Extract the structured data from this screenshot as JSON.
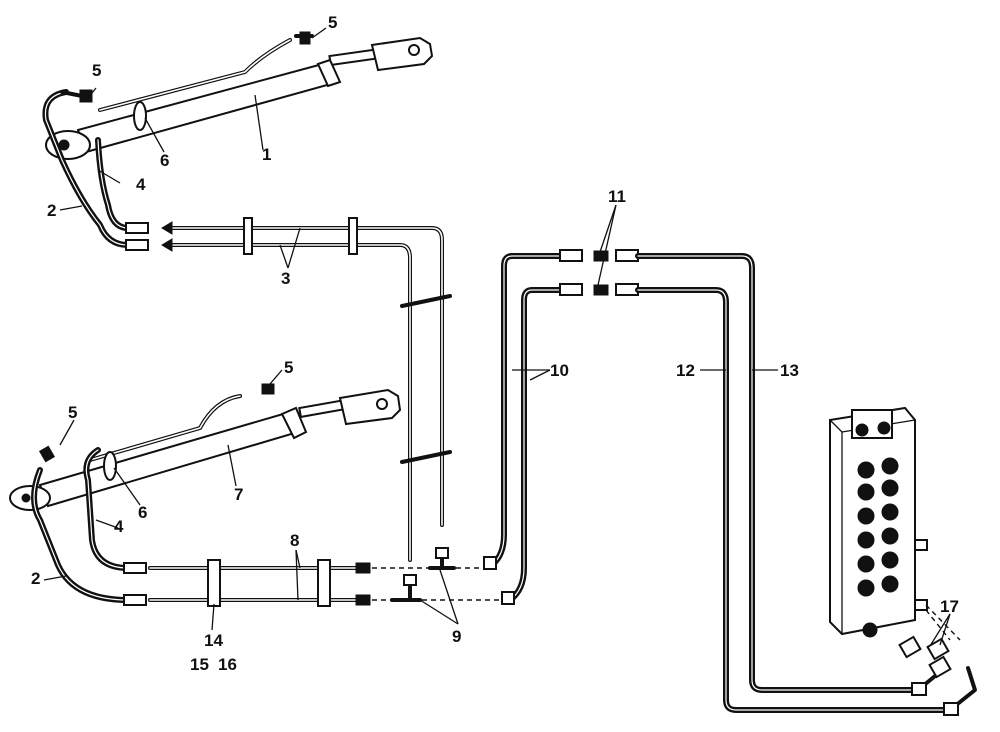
{
  "callouts": {
    "c1": "1",
    "c2_top": "2",
    "c2_bottom": "2",
    "c3": "3",
    "c4_top": "4",
    "c4_bottom": "4",
    "c5_top_left": "5",
    "c5_top_right": "5",
    "c5_bottom_left": "5",
    "c5_bottom_right": "5",
    "c6_top": "6",
    "c6_bottom": "6",
    "c7": "7",
    "c8": "8",
    "c9": "9",
    "c10": "10",
    "c11": "11",
    "c12": "12",
    "c13": "13",
    "c14": "14",
    "c15": "15",
    "c16": "16",
    "c17": "17"
  }
}
